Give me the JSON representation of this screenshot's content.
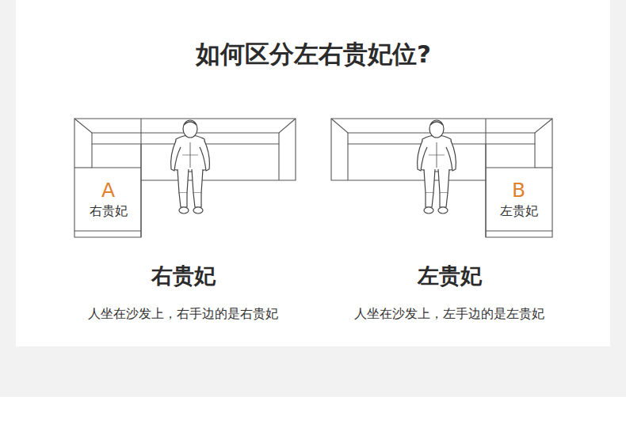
{
  "diagram": {
    "title": "如何区分左右贵妃位?",
    "nodes": [
      {
        "text": [
          "A",
          "右贵妃"
        ]
      },
      {
        "text": [
          "B",
          "左贵妃"
        ]
      }
    ],
    "labels": [
      "右贵妃",
      "人坐在沙发上，右手边的是右贵妃",
      "左贵妃",
      "人坐在沙发上，左手边的是左贵妃"
    ]
  }
}
